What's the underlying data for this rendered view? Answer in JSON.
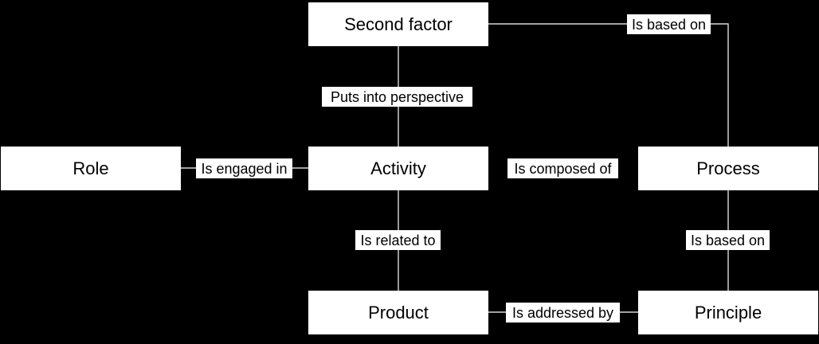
{
  "nodes": {
    "second_factor": "Second factor",
    "role": "Role",
    "activity": "Activity",
    "process": "Process",
    "product": "Product",
    "principle": "Principle"
  },
  "edges": {
    "puts_into_perspective": "Puts into perspective",
    "is_engaged_in": "Is engaged in",
    "is_composed_of": "Is composed of",
    "is_related_to": "Is related to",
    "is_addressed_by": "Is addressed by",
    "is_based_on_top": "Is based on",
    "is_based_on_right": "Is based on"
  },
  "colors": {
    "background": "#000000",
    "node_fill": "#ffffff",
    "line": "#ffffff",
    "text": "#000000"
  }
}
